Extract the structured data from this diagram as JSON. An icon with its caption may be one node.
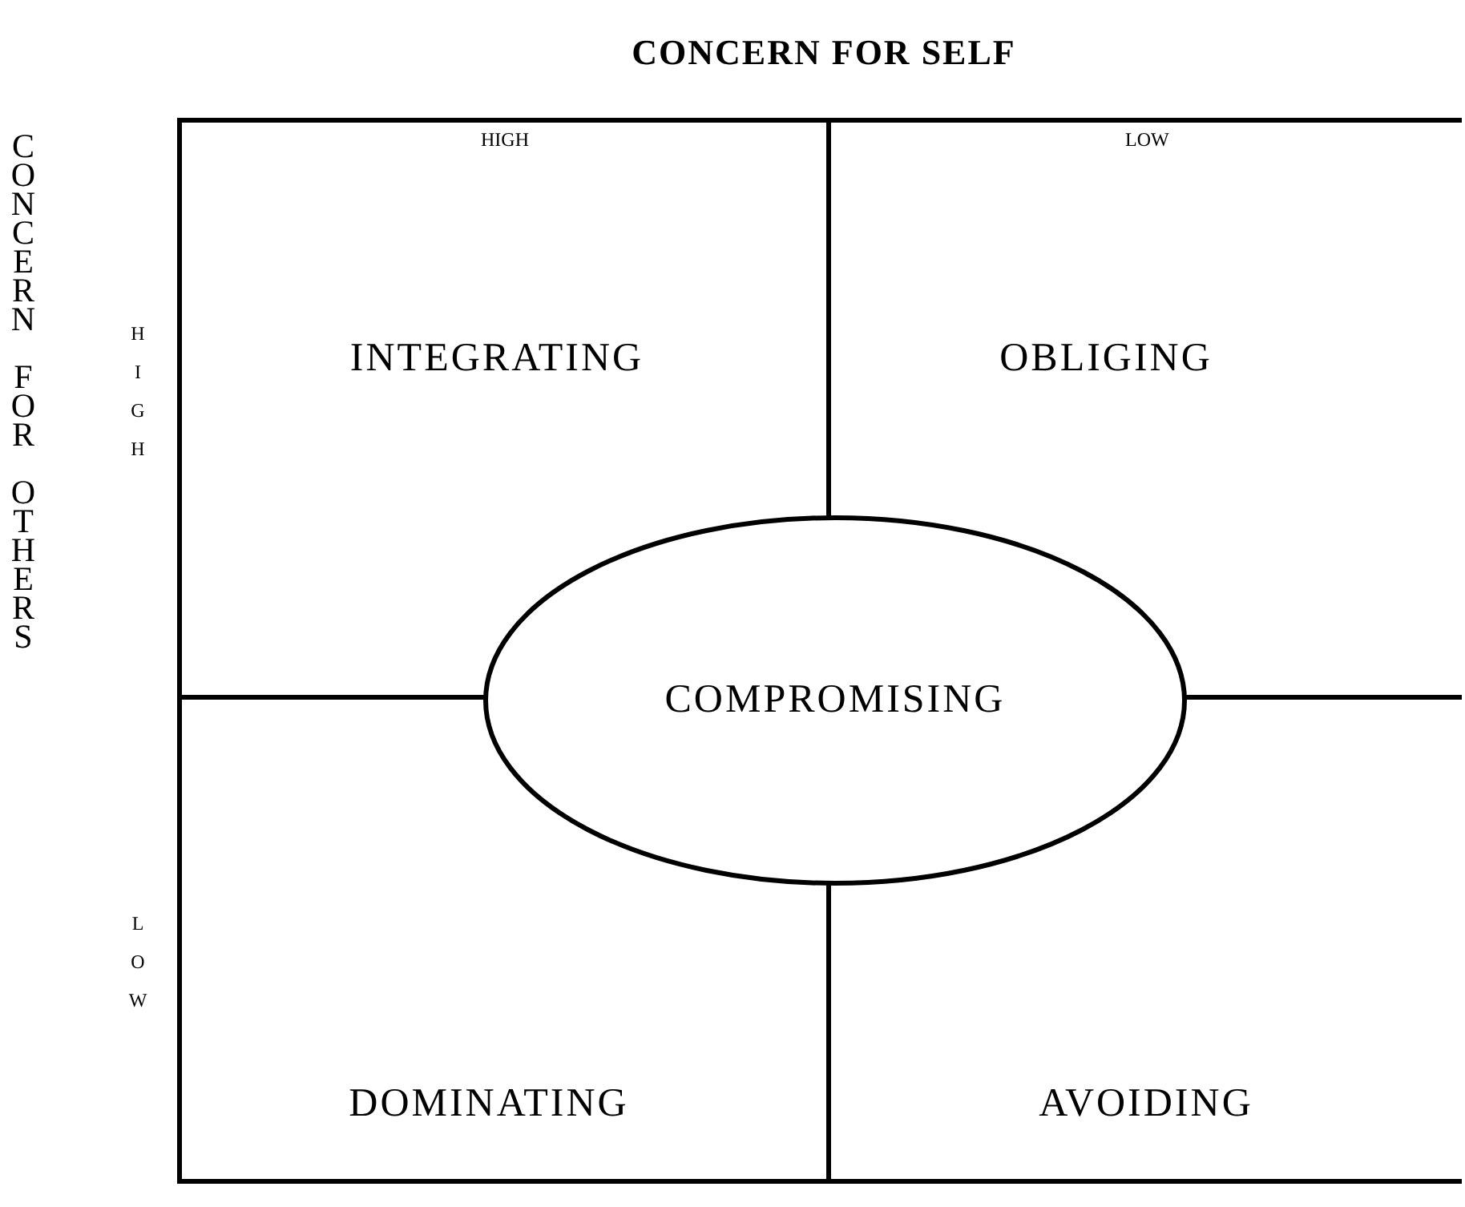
{
  "diagram": {
    "title": "CONCERN FOR SELF",
    "nodes": [
      {
        "text": [
          "INTEGRATING"
        ]
      },
      {
        "text": [
          "OBLIGING"
        ]
      },
      {
        "text": [
          "COMPROMISING"
        ]
      },
      {
        "text": [
          "DOMINATING"
        ]
      },
      {
        "text": [
          "AVOIDING"
        ]
      }
    ],
    "labels": [
      "HIGH",
      "LOW",
      "CONCERN FOR OTHERS",
      "HIGH",
      "LOW"
    ]
  }
}
